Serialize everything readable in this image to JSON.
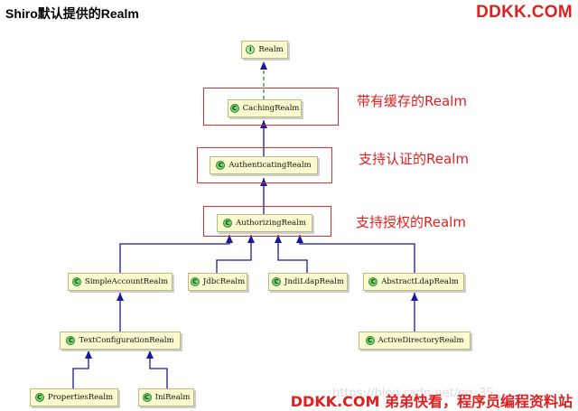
{
  "header": {
    "title": "Shiro默认提供的Realm",
    "brand": "DDKK.COM",
    "brand_color": "#e02020"
  },
  "nodes": {
    "realm": {
      "label": "Realm",
      "icon": "I"
    },
    "caching": {
      "label": "CachingRealm",
      "icon": "C"
    },
    "authenticating": {
      "label": "AuthenticatingRealm",
      "icon": "C"
    },
    "authorizing": {
      "label": "AuthorizingRealm",
      "icon": "C"
    },
    "simple_account": {
      "label": "SimpleAccountRealm",
      "icon": "C"
    },
    "jdbc": {
      "label": "JdbcRealm",
      "icon": "C"
    },
    "jndi_ldap": {
      "label": "JndiLdapRealm",
      "icon": "C"
    },
    "abstract_ldap": {
      "label": "AbstractLdapRealm",
      "icon": "C"
    },
    "text_config": {
      "label": "TextConfigurationRealm",
      "icon": "C"
    },
    "active_directory": {
      "label": "ActiveDirectoryRealm",
      "icon": "C"
    },
    "properties": {
      "label": "PropertiesRealm",
      "icon": "C"
    },
    "ini": {
      "label": "IniRealm",
      "icon": "C"
    }
  },
  "annotations": {
    "caching": "带有缓存的Realm",
    "authenticating": "支持认证的Realm",
    "authorizing": "支持授权的Realm"
  },
  "footer": {
    "brand": "DDKK.COM",
    "tagline": " 弟弟快看，程序员编程资料站",
    "color": "#e02020"
  },
  "watermark": "https://blog.csdn.net/qq_35..."
}
